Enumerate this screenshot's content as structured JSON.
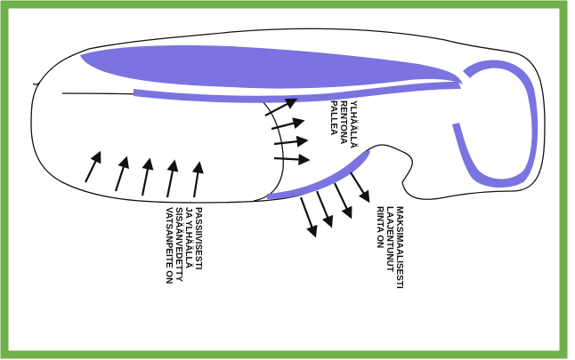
{
  "frame_color": "#6fb04a",
  "accent_color": "#7a73e0",
  "arrow_color": "#111111",
  "labels": {
    "palleas": {
      "lines": [
        "PALLEA",
        "RENTONA",
        "YLHÄÄLLÄ"
      ]
    },
    "rinta": {
      "lines": [
        "RINTA ON",
        "LAAJENTUNUT",
        "MAKSIMAALISESTI"
      ]
    },
    "vatsa": {
      "lines": [
        "VATSANPEITE ON",
        "SISÄÄNVEDETTY",
        "JA YLHÄÄLLÄ",
        "PASSIIVISESTI"
      ]
    }
  }
}
